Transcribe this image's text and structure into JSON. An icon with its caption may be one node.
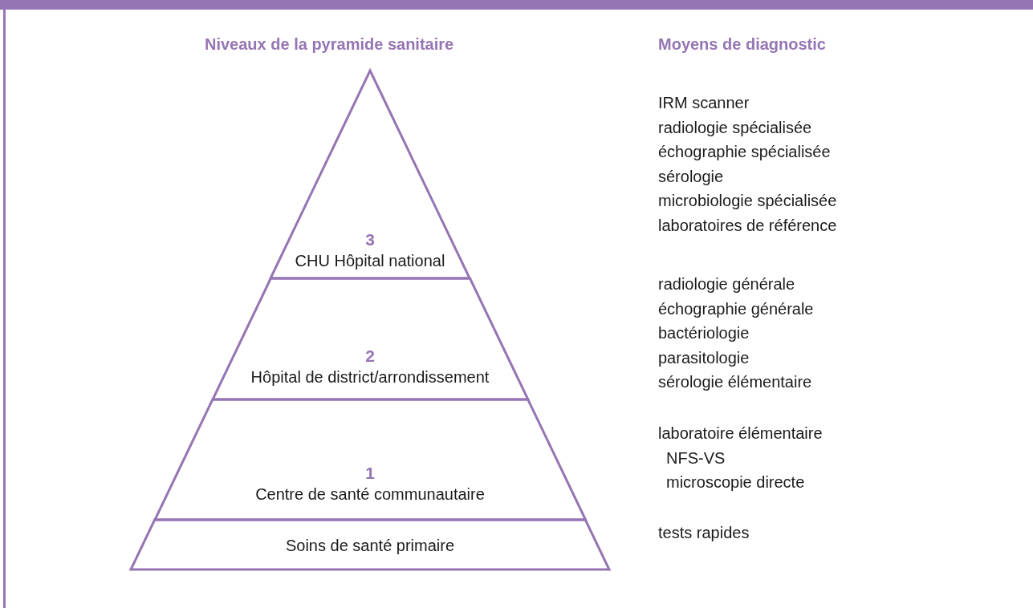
{
  "diagram": {
    "nodes": [
      {
        "text": [
          "3",
          "CHU Hôpital national"
        ],
        "beside": [
          "IRM scanner",
          "radiologie spécialisée",
          "échographie spécialisée",
          "sérologie",
          "microbiologie spécialisée",
          "laboratoires de référence"
        ]
      },
      {
        "text": [
          "2",
          "Hôpital de district/arrondissement"
        ],
        "beside": [
          "radiologie générale",
          "échographie générale",
          "bactériologie",
          "parasitologie",
          "sérologie élémentaire"
        ]
      },
      {
        "text": [
          "1",
          "Centre de santé communautaire"
        ],
        "beside": [
          "laboratoire élémentaire",
          "NFS-VS",
          "microscopie directe"
        ]
      },
      {
        "text": [
          "Soins de santé primaire"
        ],
        "beside": [
          "tests rapides"
        ]
      }
    ],
    "labels": [
      "Niveaux de la pyramide sanitaire",
      "Moyens de diagnostic"
    ]
  }
}
